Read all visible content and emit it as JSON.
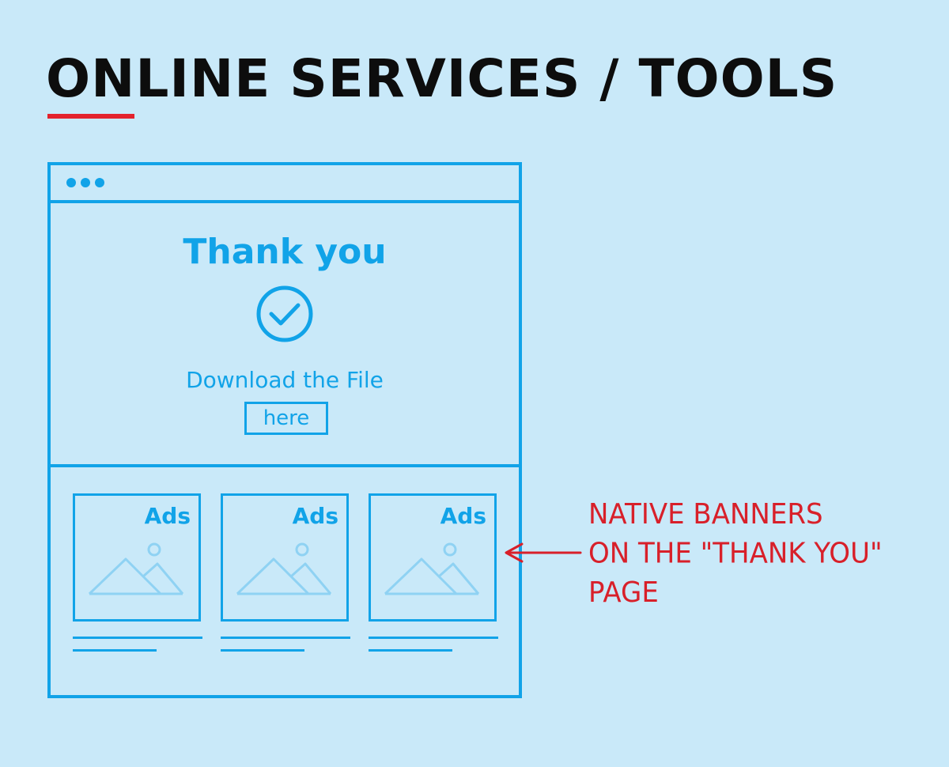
{
  "header": {
    "title": "ONLINE SERVICES / TOOLS"
  },
  "browser": {
    "thank_you_heading": "Thank you",
    "checkmark_icon": "check-circle-icon",
    "download_text": "Download the File",
    "here_button_label": "here"
  },
  "ads": [
    {
      "label": "Ads",
      "image_icon": "image-placeholder-icon"
    },
    {
      "label": "Ads",
      "image_icon": "image-placeholder-icon"
    },
    {
      "label": "Ads",
      "image_icon": "image-placeholder-icon"
    }
  ],
  "annotation": {
    "lines": [
      "NATIVE BANNERS",
      "ON THE \"THANK YOU\"",
      "PAGE"
    ]
  },
  "colors": {
    "background": "#c9e9f9",
    "accent_blue": "#11a3e8",
    "annotation_red": "#d8202a",
    "title_underline_red": "#e3222d",
    "title_black": "#0d0d0d"
  }
}
